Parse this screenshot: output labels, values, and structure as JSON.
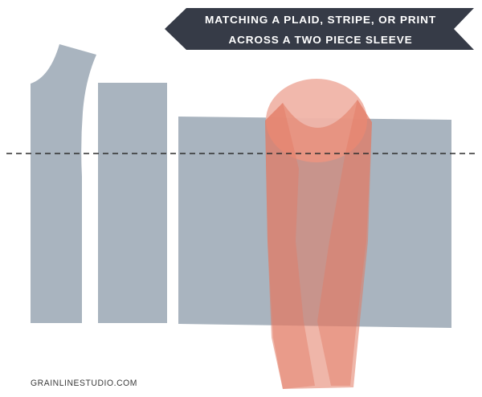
{
  "banner": {
    "line1": "MATCHING A PLAID, STRIPE, OR PRINT",
    "line2": "ACROSS A TWO PIECE SLEEVE"
  },
  "footer": {
    "text": "GRAINLINESTUDIO.COM"
  },
  "colors": {
    "banner_bg": "#363b47",
    "banner_text": "#ffffff",
    "pattern_piece": "#a9b4bf",
    "sleeve": "#e27a63",
    "sleeve_cap": "#f0b4a8",
    "guide_line": "#2f2f2f"
  }
}
